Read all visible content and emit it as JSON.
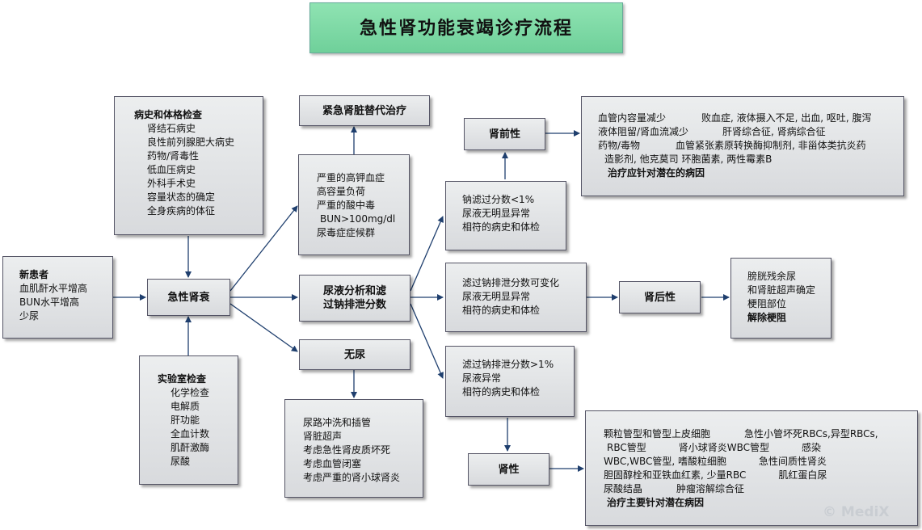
{
  "title": "急性肾功能衰竭诊疗流程",
  "new_patient": {
    "heading": "新患者",
    "items": [
      "血肌酐水平增高",
      "BUN水平增高",
      "少尿"
    ]
  },
  "history": {
    "heading": "病史和体格检查",
    "items": [
      "肾结石病史",
      "良性前列腺肥大病史",
      "药物/肾毒性",
      "低血压病史",
      "外科手术史",
      "容量状态的确定",
      "全身疾病的体征"
    ]
  },
  "lab": {
    "heading": "实验室检查",
    "items": [
      "化学检查",
      "电解质",
      "肝功能",
      "全血计数",
      "肌酐激酶",
      "尿酸"
    ]
  },
  "arf": {
    "label": "急性肾衰"
  },
  "emergency": {
    "label": "紧急肾脏替代治疗"
  },
  "indications": {
    "items": [
      "严重的高钾血症",
      "高容量负荷",
      "严重的酸中毒",
      "BUN>100mg/dl",
      "尿毒症症候群"
    ]
  },
  "urinalysis": {
    "line1": "尿液分析和滤",
    "line2": "过钠排泄分数"
  },
  "anuria": {
    "label": "无尿",
    "items": [
      "尿路冲洗和插管",
      "肾脏超声",
      "考虑急性肾皮质坏死",
      "考虑血管闭塞",
      "考虑严重的肾小球肾炎"
    ]
  },
  "prerenal_criteria": {
    "items": [
      "钠滤过分数<1%",
      "尿液无明显异常",
      "相符的病史和体检"
    ]
  },
  "variable_criteria": {
    "items": [
      "滤过钠排泄分数可变化",
      "尿液无明显异常",
      "相符的病史和体检"
    ]
  },
  "intrinsic_criteria": {
    "items": [
      "滤过钠排泄分数>1%",
      "尿液异常",
      "相符的病史和体检"
    ]
  },
  "prerenal": {
    "label": "肾前性"
  },
  "postrenal": {
    "label": "肾后性"
  },
  "renal": {
    "label": "肾性"
  },
  "prerenal_causes": {
    "rows": [
      {
        "a": "血管内容量减少",
        "b": "败血症, 液体摄入不足, 出血, 呕吐, 腹泻"
      },
      {
        "a": "液体阻留/肾血流减少",
        "b": "肝肾综合征, 肾病综合征"
      },
      {
        "a": "药物/毒物",
        "b": "血管紧张素原转换酶抑制剂, 非甾体类抗炎药"
      }
    ],
    "extra": "造影剂, 他克莫司     环胞菌素, 两性霉素B",
    "footer": "治疗应针对潜在的病因"
  },
  "postrenal_actions": {
    "items": [
      "膀胱残余尿",
      "和肾脏超声确定",
      "梗阻部位"
    ],
    "footer": "解除梗阻"
  },
  "renal_causes": {
    "rows": [
      {
        "a": "颗粒管型和管型上皮细胞",
        "b": "急性小管坏死RBCs,异型RBCs,"
      },
      {
        "a": "RBC管型",
        "b": "肾小球肾炎WBC管型",
        "c": "感染"
      },
      {
        "a": "WBC,WBC管型, 嗜酸粒细胞",
        "b": "急性间质性肾炎"
      },
      {
        "a": "胆固醇栓和亚铁血红素, 少量RBC",
        "b": "肌红蛋白尿"
      },
      {
        "a": "尿酸结晶",
        "b": "肿瘤溶解综合征"
      }
    ],
    "footer": "治疗主要针对潜在病因"
  },
  "copyright": "© MediX"
}
